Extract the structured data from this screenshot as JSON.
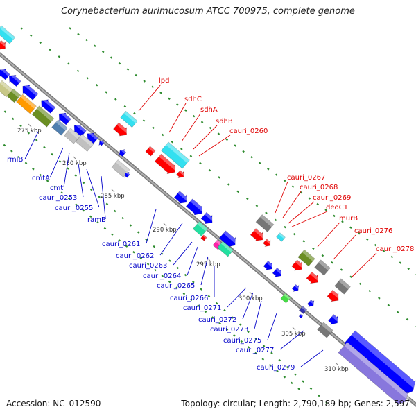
{
  "title": "Corynebacterium aurimucosum ATCC 700975, complete genome",
  "accession": "Accession: NC_012590",
  "topology": "Topology: circular; Length: 2,790,189 bp; Genes: 2,597",
  "scale_marks": [
    "275 kbp",
    "280 kbp",
    "285 kbp",
    "290 kbp",
    "295 kbp",
    "300 kbp",
    "305 kbp",
    "310 kbp"
  ],
  "forward_labels": [
    "lpd",
    "sdhC",
    "sdhA",
    "sdhB",
    "cauri_0260",
    "cauri_0267",
    "cauri_0268",
    "cauri_0269",
    "deoC1",
    "murB",
    "cauri_0276",
    "cauri_0278"
  ],
  "reverse_labels": [
    "rmlB",
    "cmtA",
    "cmt",
    "cauri_0253",
    "cauri_0255",
    "ramB",
    "cauri_0261",
    "cauri_0262",
    "cauri_0263",
    "cauri_0264",
    "cauri_0265",
    "cauri_0266",
    "cauri_0271",
    "cauri_0272",
    "cauri_0273",
    "cauri_0275",
    "cauri_0277",
    "cauri_0279"
  ],
  "colors": {
    "forward_label": "#e00000",
    "reverse_label": "#0000c8",
    "backbone": "#8a8a8a",
    "dots": "#2e8b2e",
    "red": "#ff0000",
    "blue": "#0000ff",
    "cyan": "#33e0f0",
    "grey": "#777777",
    "olive": "#6b8e23",
    "orange": "#ff9a00",
    "khaki": "#c8c888",
    "steel": "#4f7fb0",
    "silver": "#c0c0c0",
    "green": "#44dd44",
    "teal": "#22e0a0",
    "magenta": "#ff22aa",
    "navy": "#3333aa",
    "lavender": "#8877dd"
  }
}
